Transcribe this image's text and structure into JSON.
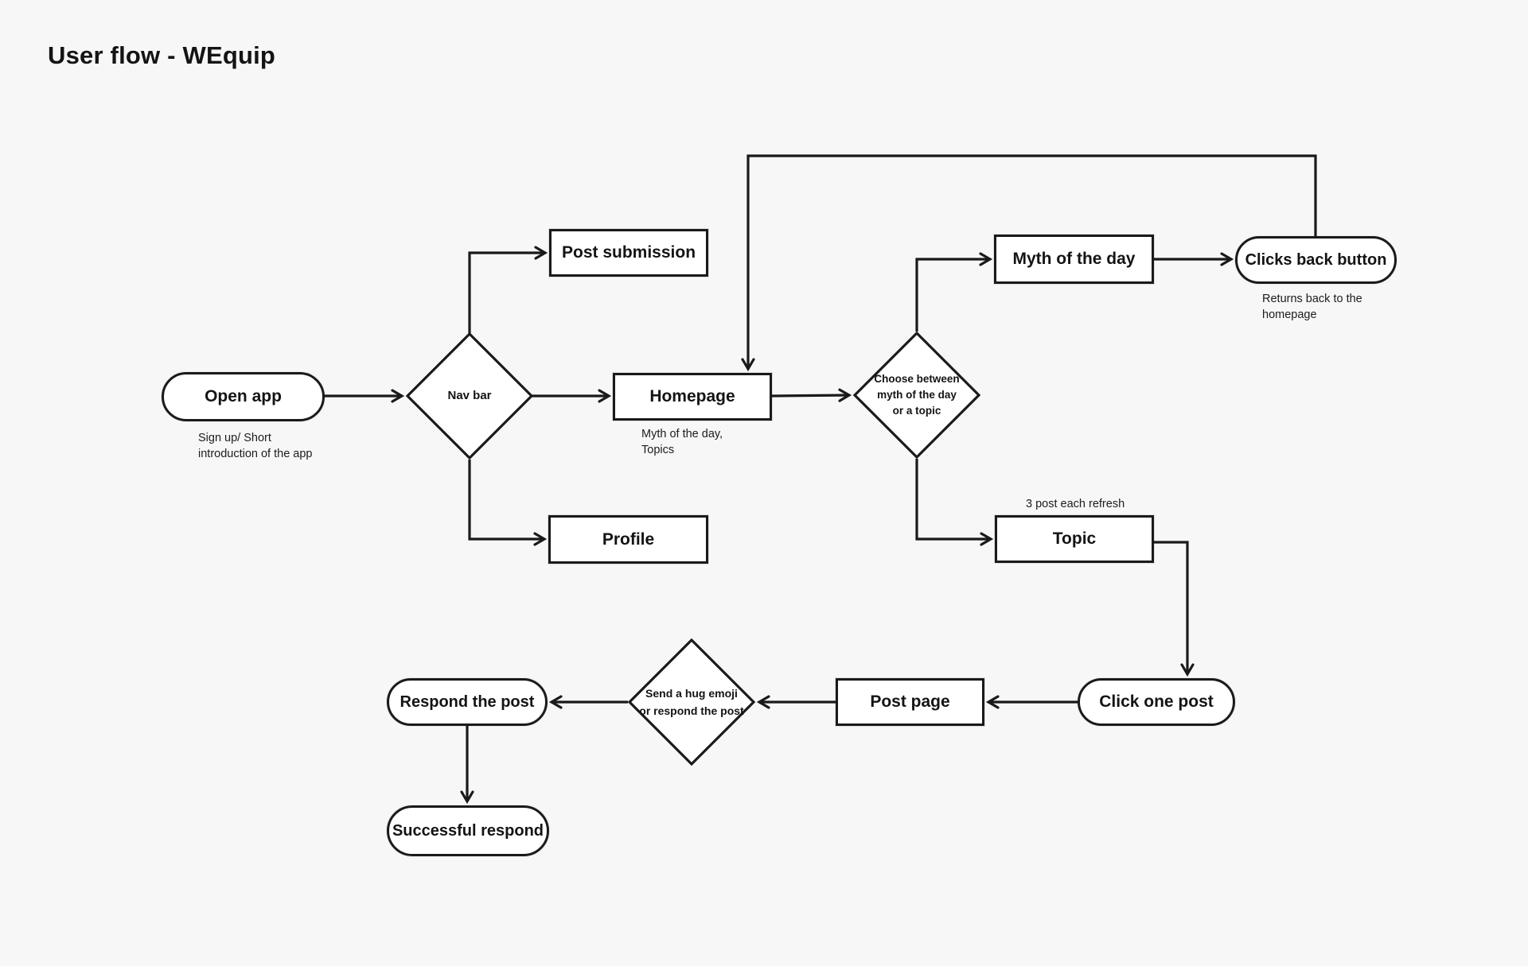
{
  "title": "User flow - WEquip",
  "colors": {
    "background": "#f7f7f7",
    "stroke": "#1a1a1a",
    "node_fill": "#ffffff",
    "text": "#141414"
  },
  "nodes": {
    "open_app": {
      "label": "Open app",
      "shape": "pill",
      "note": "Sign up/ Short\nintroduction of the app"
    },
    "nav_bar": {
      "label": "Nav bar",
      "shape": "diamond"
    },
    "post_submission": {
      "label": "Post submission",
      "shape": "rect"
    },
    "homepage": {
      "label": "Homepage",
      "shape": "rect",
      "note": "Myth of the day,\nTopics"
    },
    "profile": {
      "label": "Profile",
      "shape": "rect"
    },
    "choose_between": {
      "label": "Choose between\nmyth of the day\nor a topic",
      "shape": "diamond"
    },
    "myth_of_the_day": {
      "label": "Myth of the day",
      "shape": "rect"
    },
    "clicks_back_button": {
      "label": "Clicks back button",
      "shape": "pill",
      "note": "Returns back to the\nhomepage"
    },
    "topic": {
      "label": "Topic",
      "shape": "rect",
      "note": "3 post each refresh"
    },
    "click_one_post": {
      "label": "Click one post",
      "shape": "pill"
    },
    "post_page": {
      "label": "Post page",
      "shape": "rect"
    },
    "hug_or_respond": {
      "label": "Send a hug emoji\nor respond the post",
      "shape": "diamond"
    },
    "respond_the_post": {
      "label": "Respond the post",
      "shape": "pill"
    },
    "successful_respond": {
      "label": "Successful respond",
      "shape": "pill"
    }
  },
  "edges": [
    {
      "from": "open_app",
      "to": "nav_bar"
    },
    {
      "from": "nav_bar",
      "to": "post_submission"
    },
    {
      "from": "nav_bar",
      "to": "homepage"
    },
    {
      "from": "nav_bar",
      "to": "profile"
    },
    {
      "from": "homepage",
      "to": "choose_between"
    },
    {
      "from": "choose_between",
      "to": "myth_of_the_day"
    },
    {
      "from": "myth_of_the_day",
      "to": "clicks_back_button"
    },
    {
      "from": "clicks_back_button",
      "to": "homepage"
    },
    {
      "from": "choose_between",
      "to": "topic"
    },
    {
      "from": "topic",
      "to": "click_one_post"
    },
    {
      "from": "click_one_post",
      "to": "post_page"
    },
    {
      "from": "post_page",
      "to": "hug_or_respond"
    },
    {
      "from": "hug_or_respond",
      "to": "respond_the_post"
    },
    {
      "from": "respond_the_post",
      "to": "successful_respond"
    }
  ]
}
